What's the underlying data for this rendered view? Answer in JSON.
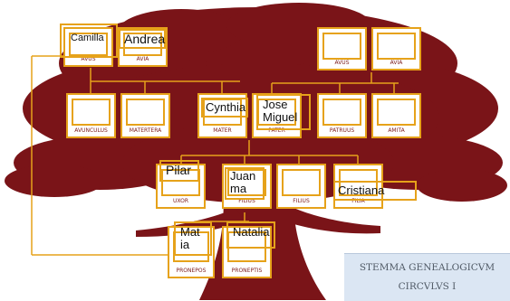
{
  "diagram": {
    "grandparents_left": {
      "roles": [
        "AVUS",
        "AVIA"
      ],
      "names": [
        "Camilla",
        "Andrea"
      ]
    },
    "grandparents_right": {
      "roles": [
        "AVUS",
        "AVIA"
      ]
    },
    "parents_row": {
      "roles": [
        "AVUNCULUS",
        "MATERTERA",
        "MATER",
        "PATER",
        "PATRUUS",
        "AMITA"
      ],
      "names": {
        "mater": "Cynthia",
        "pater": "Jose Miguel"
      }
    },
    "children_row": {
      "roles": [
        "UXOR",
        "FILIUS",
        "FILIUS",
        "FILIA"
      ],
      "names": {
        "uxor": "Pilar",
        "filius": "Juan ma",
        "filia": "Cristiana"
      }
    },
    "grandchildren_row": {
      "roles": [
        "PRONEPOS",
        "PRONEPTIS"
      ],
      "names": {
        "pronepos": "Mat ia",
        "proneptis": "Natalia"
      }
    },
    "caption": {
      "line1": "STEMMA GENEALOGICVM",
      "line2": "CIRCVLVS I"
    }
  },
  "colors": {
    "tree": "#7a1418",
    "box_border": "#e6a21a",
    "caption_bg": "#dbe6f3"
  }
}
